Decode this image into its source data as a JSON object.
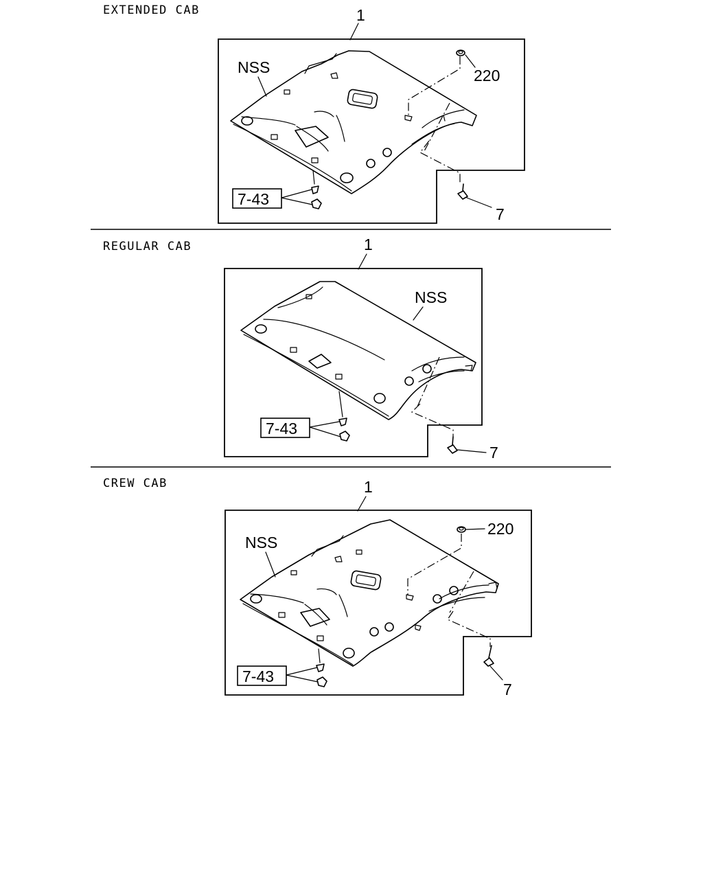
{
  "sections": [
    {
      "title": "EXTENDED CAB",
      "part_number": "1",
      "callouts": {
        "nss": "NSS",
        "ref_box": "7-43",
        "screw": "7",
        "clip": "220"
      }
    },
    {
      "title": "REGULAR CAB",
      "part_number": "1",
      "callouts": {
        "nss": "NSS",
        "ref_box": "7-43",
        "screw": "7"
      }
    },
    {
      "title": "CREW CAB",
      "part_number": "1",
      "callouts": {
        "nss": "NSS",
        "ref_box": "7-43",
        "screw": "7",
        "clip": "220"
      }
    }
  ]
}
